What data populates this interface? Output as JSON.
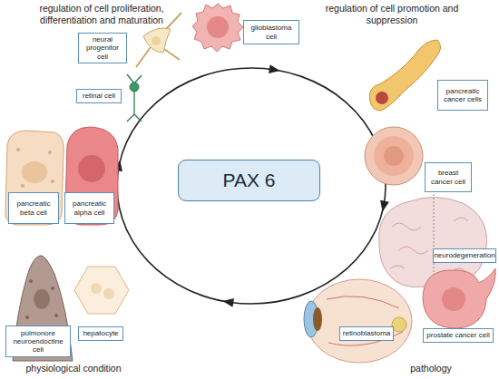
{
  "diagram": {
    "nodes": [
      {
        "text": [
          "neural progenitor cell"
        ]
      },
      {
        "text": [
          "glioblastoma cell"
        ]
      },
      {
        "text": [
          "retinal cell"
        ]
      },
      {
        "text": [
          "pancreatic cancer cells"
        ]
      },
      {
        "text": [
          "pancreatic beta cell"
        ]
      },
      {
        "text": [
          "pancreatic alpha cell"
        ]
      },
      {
        "text": [
          "PAX 6"
        ]
      },
      {
        "text": [
          "breast cancer cell"
        ]
      },
      {
        "text": [
          "neurodegeneration"
        ]
      },
      {
        "text": [
          "pulmonore neuroendoctine cell"
        ]
      },
      {
        "text": [
          "hepatocyte"
        ]
      },
      {
        "text": [
          "retinoblastoma"
        ]
      },
      {
        "text": [
          "prostate cancer cell"
        ]
      }
    ],
    "labels": [
      "regulation of cell proliferation, differentiation and maturation",
      "regulation of cell promotion and suppression",
      "physiological condition",
      "pathology"
    ]
  }
}
